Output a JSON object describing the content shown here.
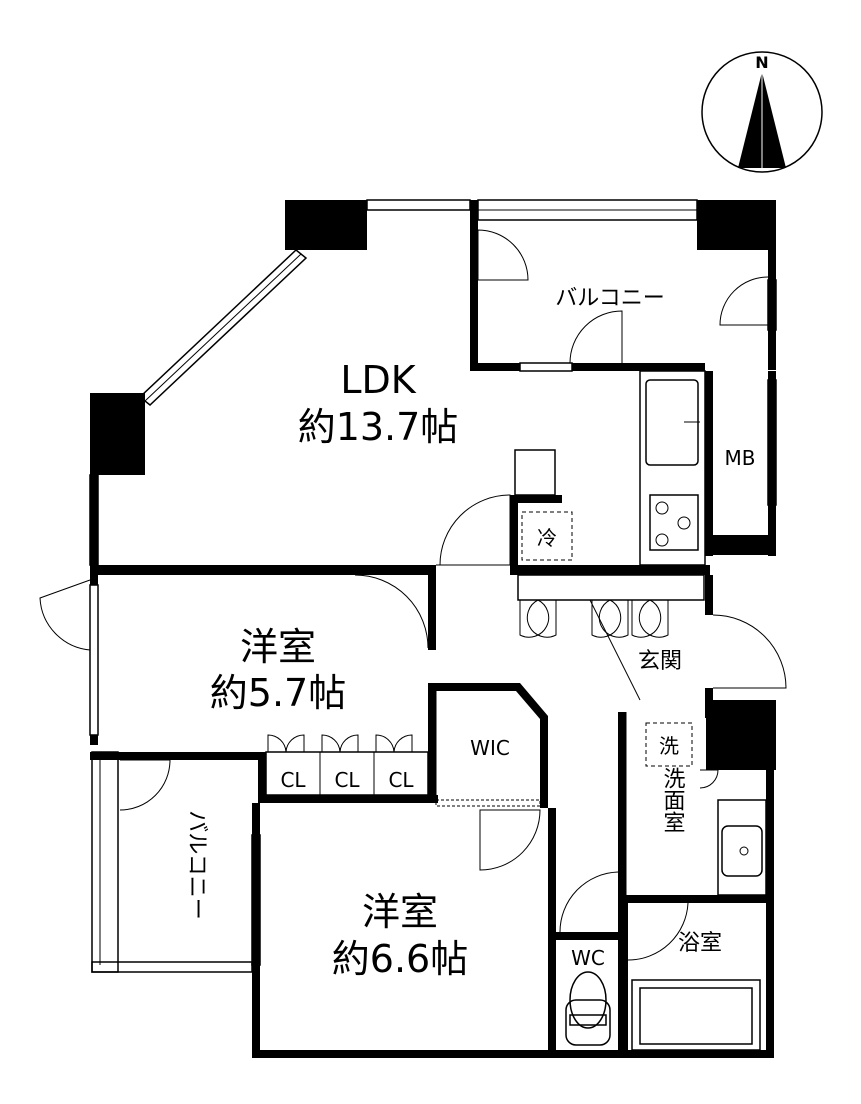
{
  "compass": {
    "north": "N"
  },
  "rooms": {
    "ldk": {
      "name": "LDK",
      "size": "約13.7帖"
    },
    "balcony_top": {
      "name": "バルコニー"
    },
    "mb": {
      "name": "MB"
    },
    "fridge": {
      "name": "冷"
    },
    "genkan": {
      "name": "玄関"
    },
    "western1": {
      "name": "洋室",
      "size": "約5.7帖"
    },
    "closets": [
      "CL",
      "CL",
      "CL"
    ],
    "wic": {
      "name": "WIC"
    },
    "balcony_left": {
      "name": "バルコニー"
    },
    "western2": {
      "name": "洋室",
      "size": "約6.6帖"
    },
    "washer": {
      "name": "洗"
    },
    "washroom": {
      "name": "洗面室"
    },
    "wc": {
      "name": "WC"
    },
    "bath": {
      "name": "浴室"
    }
  }
}
